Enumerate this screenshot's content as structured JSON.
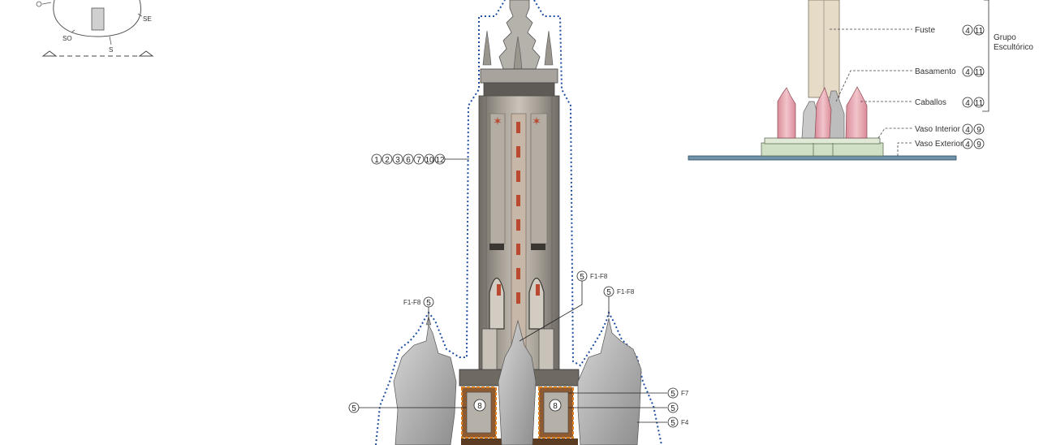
{
  "compass": {
    "labels": [
      "SE",
      "SO",
      "S"
    ]
  },
  "elevation": {
    "labels": [
      "Fuste",
      "Basamento",
      "Caballos",
      "Vaso Interior",
      "Vaso Exterior"
    ],
    "codes": [
      [
        "4",
        "11"
      ],
      [
        "4",
        "11"
      ],
      [
        "4",
        "11"
      ],
      [
        "4",
        "9"
      ],
      [
        "4",
        "9"
      ]
    ],
    "group_label_line1": "Grupo",
    "group_label_line2": "Escultórico"
  },
  "main": {
    "column_codes": [
      "1",
      "2",
      "3",
      "6",
      "7",
      "10",
      "12"
    ],
    "callouts": {
      "top_right": {
        "num": "5",
        "text": "F1-F8"
      },
      "right": {
        "num": "5",
        "text": "F1-F8"
      },
      "left": {
        "num": "5",
        "text": "F1-F8"
      },
      "f7": {
        "num": "5",
        "text": "F7"
      },
      "mid_right": {
        "num": "5",
        "text": ""
      },
      "f4": {
        "num": "5",
        "text": "F4"
      },
      "far_left": {
        "num": "5",
        "text": ""
      },
      "panel_left": {
        "num": "8"
      },
      "panel_right": {
        "num": "8"
      }
    }
  },
  "colors": {
    "boundary": "#1f4ea3",
    "stone": "#8a847c",
    "brick": "#b9492f",
    "pink_stone": "#e8a9b3",
    "pedestal": "#d9ccb2",
    "base_blue": "#6f93a8"
  }
}
